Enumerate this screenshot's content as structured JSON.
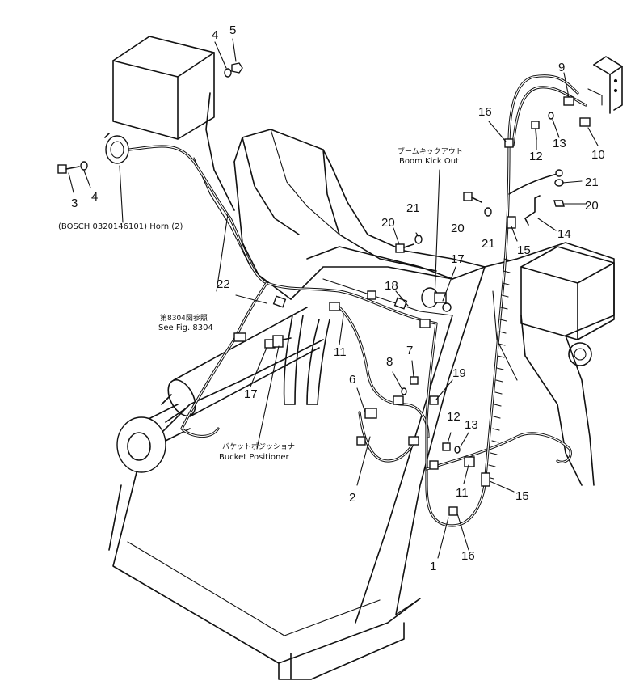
{
  "labels": {
    "horn": "(BOSCH 0320146101) Horn (2)",
    "boom_kick_out_jp": "ブームキックアウト",
    "boom_kick_out": "Boom Kick Out",
    "see_fig_jp": "第8304図参照",
    "see_fig": "See Fig. 8304",
    "bucket_positioner_jp": "バケットポジッショナ",
    "bucket_positioner": "Bucket Positioner"
  },
  "callouts": {
    "c1": "1",
    "c2": "2",
    "c3": "3",
    "c4a": "4",
    "c4b": "4",
    "c5": "5",
    "c6": "6",
    "c7": "7",
    "c8": "8",
    "c9": "9",
    "c10": "10",
    "c11a": "11",
    "c11b": "11",
    "c12a": "12",
    "c12b": "12",
    "c13a": "13",
    "c13b": "13",
    "c14": "14",
    "c15a": "15",
    "c15b": "15",
    "c16a": "16",
    "c16b": "16",
    "c17a": "17",
    "c17b": "17",
    "c18": "18",
    "c19": "19",
    "c20a": "20",
    "c20b": "20",
    "c20c": "20",
    "c21a": "21",
    "c21b": "21",
    "c21c": "21",
    "c22": "22"
  }
}
